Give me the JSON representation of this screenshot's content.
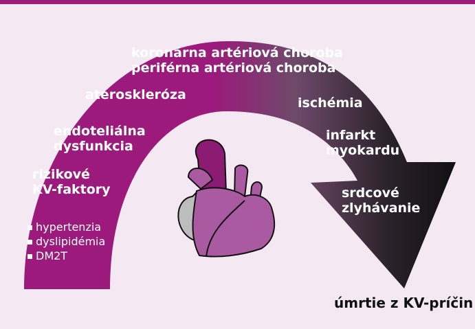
{
  "diagram": {
    "stages": {
      "risk_factors": "rizikové\nKV-faktory",
      "endothelial": "endoteliálna\ndysfunkcia",
      "atherosclerosis": "ateroskleróza",
      "arterial_disease": "koronárna artériová choroba\nperiférna artériová choroba",
      "ischemia": "ischémia",
      "infarction": "infarkt\nmyokardu",
      "heart_failure": "srdcové\nzlyhávanie",
      "death": "úmrtie z KV-príčin"
    },
    "risk_list": [
      "hypertenzia",
      "dyslipidémia",
      "DM2T"
    ],
    "icons": {
      "heart": "heart-illustration",
      "bullet": "square-bullet"
    },
    "colors": {
      "background": "#f4e9f2",
      "arc_start": "#9b1a7c",
      "arc_end": "#0a0a0a",
      "heart_fill": "#a95aa0",
      "heart_dark": "#8b1b73",
      "heart_grey": "#bdbdbd",
      "top_bar": "#9b1a7c"
    }
  }
}
